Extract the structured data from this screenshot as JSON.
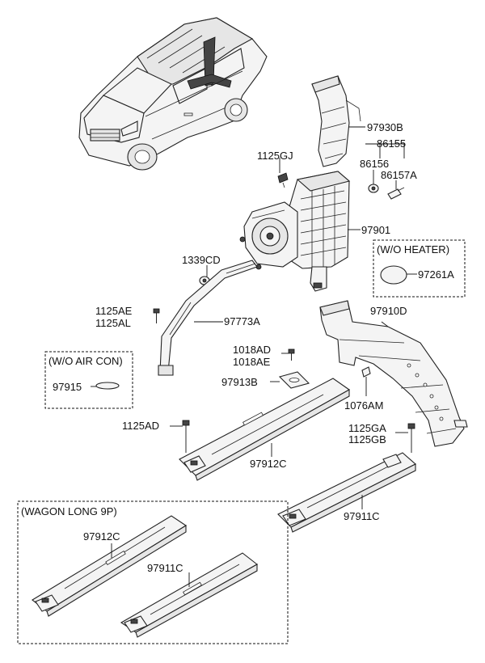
{
  "labels": {
    "l97930B": "97930B",
    "l86155": "86155",
    "l86156": "86156",
    "l86157A": "86157A",
    "l1125GJ": "1125GJ",
    "l97901": "97901",
    "l1339CD": "1339CD",
    "lWoHeater": "(W/O HEATER)",
    "l97261A": "97261A",
    "l1125AE": "1125AE",
    "l1125AL": "1125AL",
    "l97773A": "97773A",
    "l97910D": "97910D",
    "lWoAirCon": "(W/O AIR CON)",
    "l97915": "97915",
    "l1018AD": "1018AD",
    "l1018AE": "1018AE",
    "l97913B": "97913B",
    "l1076AM": "1076AM",
    "l1125AD": "1125AD",
    "l1125GA": "1125GA",
    "l1125GB": "1125GB",
    "l97912C": "97912C",
    "l97911C": "97911C",
    "lWagonLong": "(WAGON LONG 9P)",
    "l97912C_w": "97912C",
    "l97911C_w": "97911C"
  }
}
